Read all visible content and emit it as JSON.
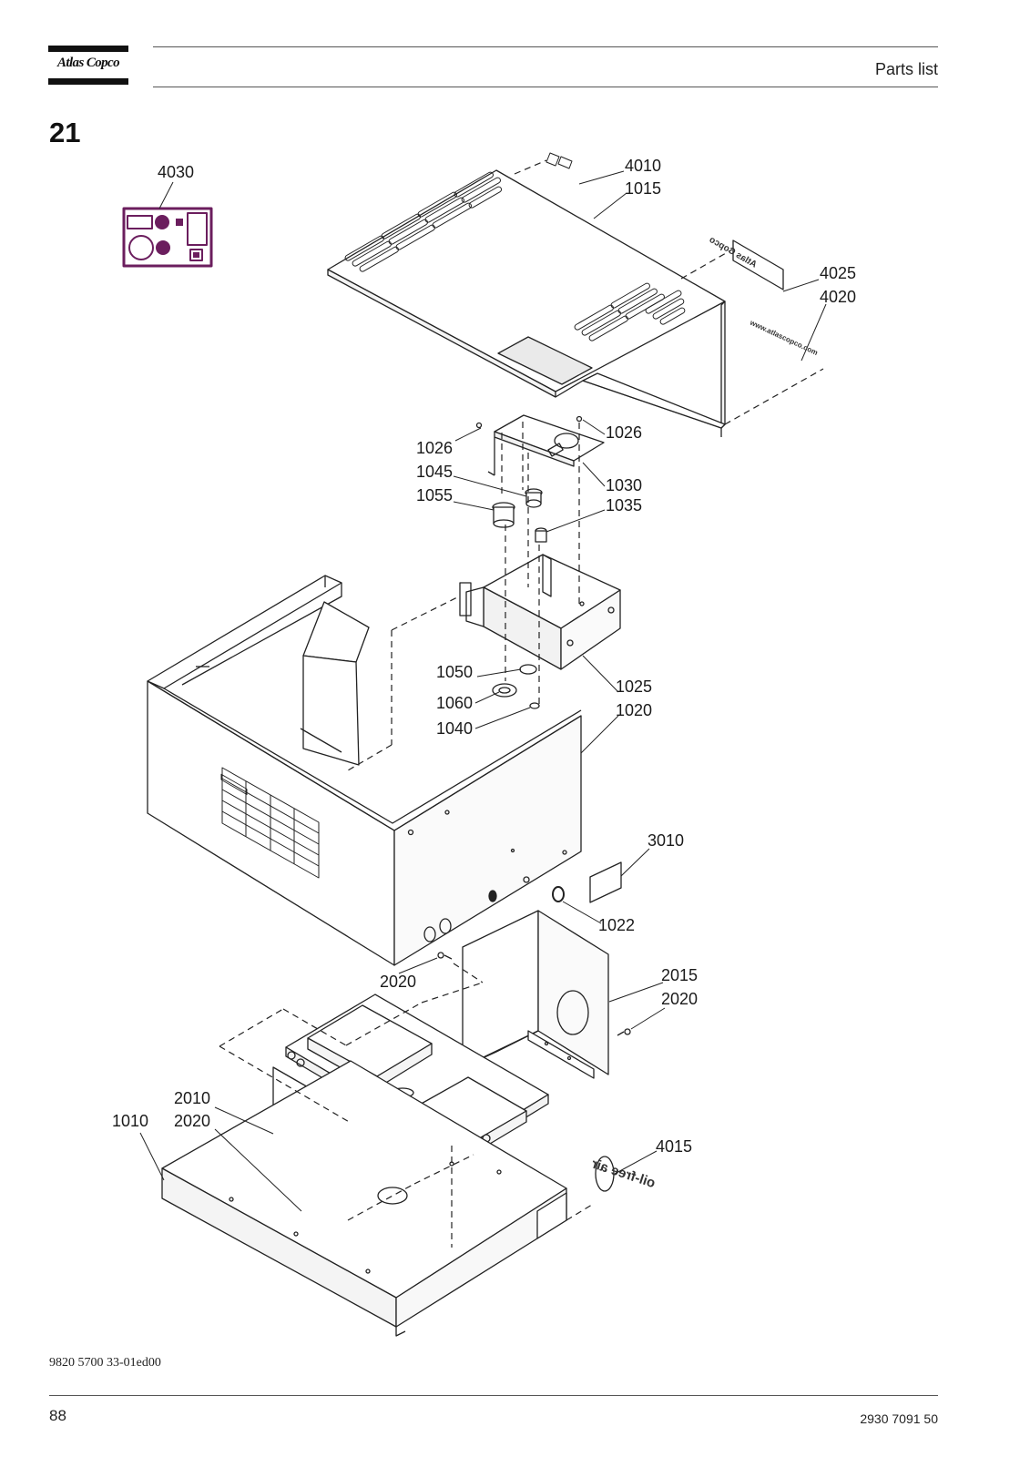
{
  "header": {
    "brand": "Atlas Copco",
    "title": "Parts list"
  },
  "section": {
    "number": "21"
  },
  "drawing": {
    "decals": {
      "company_logo_decal": "Atlas Copco",
      "website_decal": "www.atlascopco.com",
      "oil_free_decal": "oil-free air"
    },
    "callouts": [
      {
        "id": "c4030",
        "label": "4030"
      },
      {
        "id": "c4010",
        "label": "4010"
      },
      {
        "id": "c1015",
        "label": "1015"
      },
      {
        "id": "c4025",
        "label": "4025"
      },
      {
        "id": "c4020",
        "label": "4020"
      },
      {
        "id": "c1026a",
        "label": "1026"
      },
      {
        "id": "c1026b",
        "label": "1026"
      },
      {
        "id": "c1045",
        "label": "1045"
      },
      {
        "id": "c1030",
        "label": "1030"
      },
      {
        "id": "c1055",
        "label": "1055"
      },
      {
        "id": "c1035",
        "label": "1035"
      },
      {
        "id": "c1050",
        "label": "1050"
      },
      {
        "id": "c1025",
        "label": "1025"
      },
      {
        "id": "c1060",
        "label": "1060"
      },
      {
        "id": "c1020",
        "label": "1020"
      },
      {
        "id": "c1040",
        "label": "1040"
      },
      {
        "id": "c3010",
        "label": "3010"
      },
      {
        "id": "c1022",
        "label": "1022"
      },
      {
        "id": "c2020a",
        "label": "2020"
      },
      {
        "id": "c2015",
        "label": "2015"
      },
      {
        "id": "c2020b",
        "label": "2020"
      },
      {
        "id": "c2010",
        "label": "2010"
      },
      {
        "id": "c1010",
        "label": "1010"
      },
      {
        "id": "c2020c",
        "label": "2020"
      },
      {
        "id": "c4015",
        "label": "4015"
      }
    ],
    "control_panel_color": "#6b1e5e"
  },
  "footer": {
    "drawing_ref": "9820 5700 33-01ed00",
    "page_number": "88",
    "doc_number": "2930 7091 50"
  }
}
